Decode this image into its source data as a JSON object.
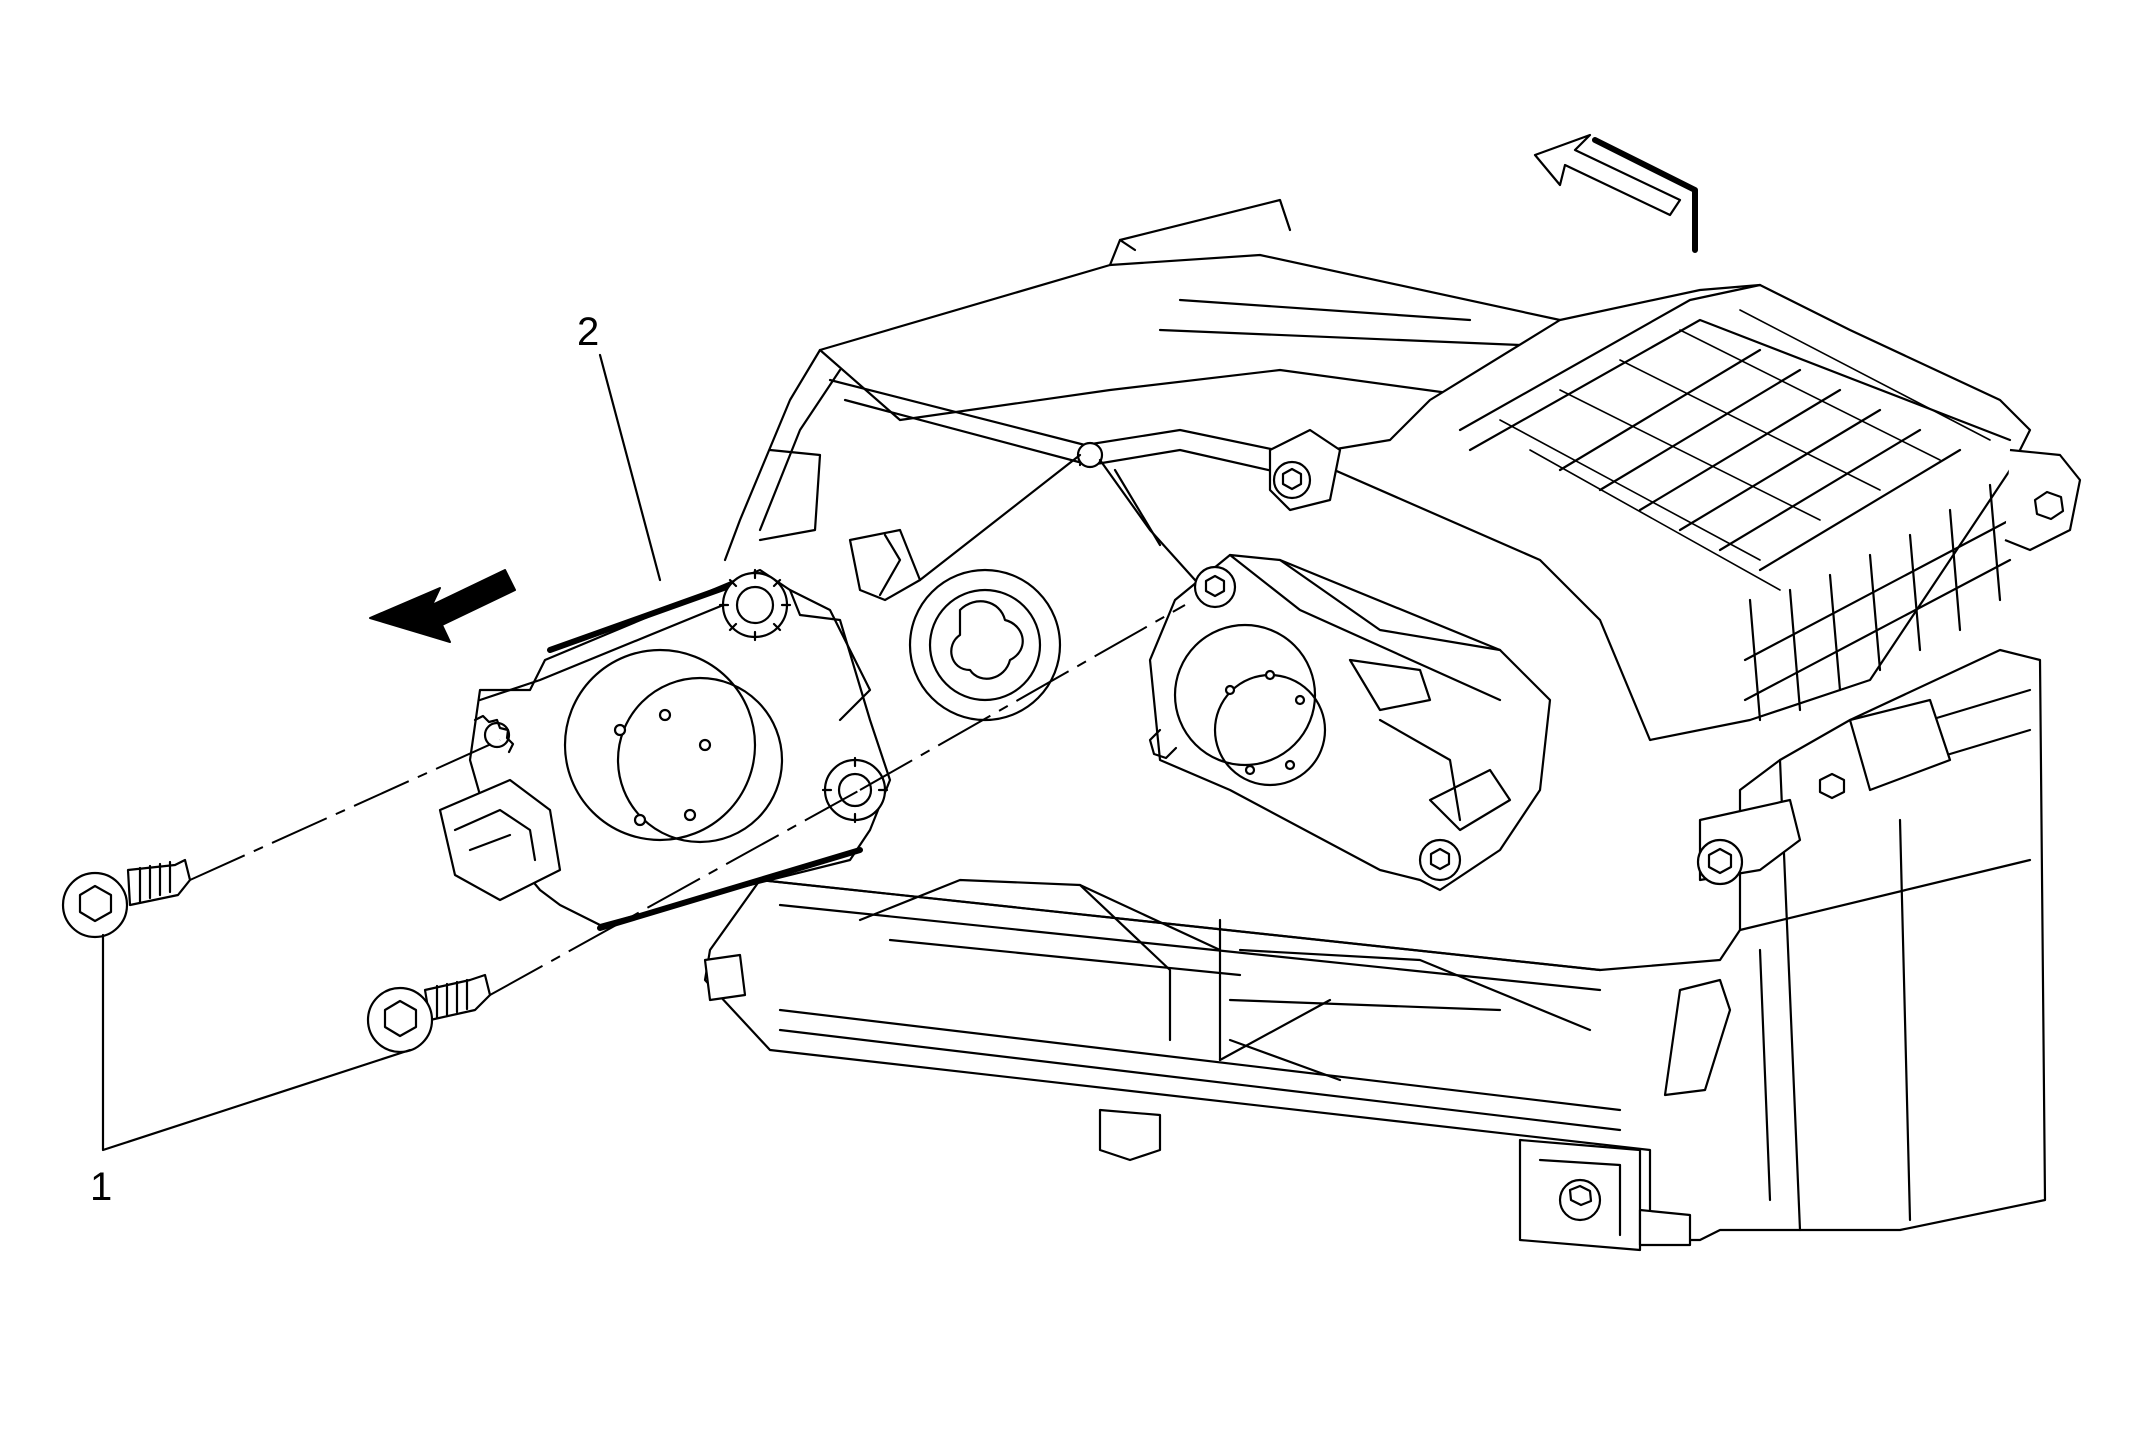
{
  "callouts": [
    {
      "id": "1",
      "text": "1"
    },
    {
      "id": "2",
      "text": "2"
    }
  ],
  "icons": {
    "direction_arrow_left": "solid-arrow-icon",
    "direction_arrow_up": "outline-arrow-icon"
  },
  "colors": {
    "line": "#000000",
    "background": "#ffffff"
  }
}
